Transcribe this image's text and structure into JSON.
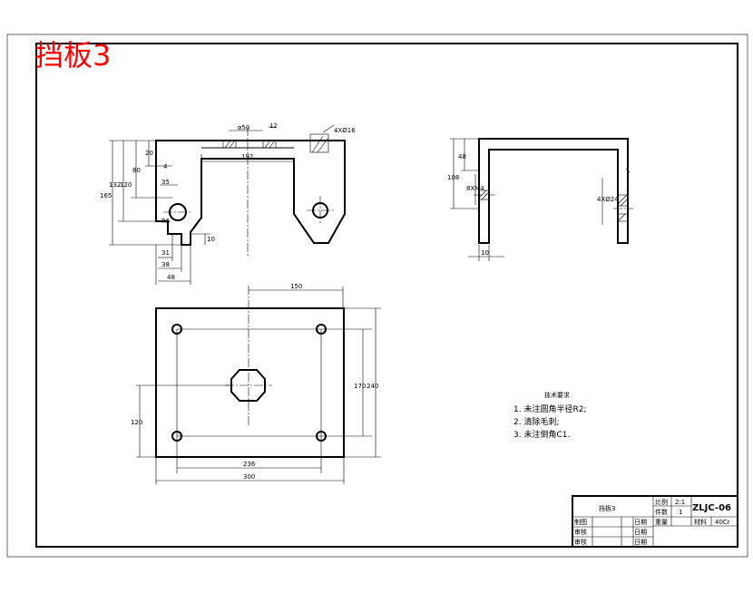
{
  "drawing_title": "挡板3",
  "dimensions": {
    "front_view": {
      "hole_dia": "ø50",
      "slot_width": "12",
      "holes_spec": "4XØ16",
      "height_20": "20",
      "height_80": "80",
      "height_120": "120",
      "height_132": "132",
      "height_165": "165",
      "offset_4": "4",
      "width_192": "192",
      "dist_35": "35",
      "radius_r5": "R5",
      "foot_10": "10",
      "dist_31": "31",
      "dist_38": "38",
      "dist_48": "48"
    },
    "side_view": {
      "height_48": "48",
      "height_108": "108",
      "thread_a": "8XM4",
      "thread_b": "4XØ24",
      "thick_10": "10"
    },
    "plan_view": {
      "width_150": "150",
      "height_170": "170",
      "height_240": "240",
      "height_120": "120",
      "width_236": "236",
      "width_300": "300"
    }
  },
  "tech_notes": {
    "heading": "技术要求",
    "items": [
      "1. 未注圆角半径R2;",
      "2. 清除毛刺;",
      "3. 未注倒角C1."
    ]
  },
  "title_block": {
    "part_name": "挡板3",
    "scale_label": "比例",
    "scale_value": "2:1",
    "count_label": "件数",
    "count_value": "1",
    "weight_label": "重量",
    "drawing_no": "ZLJC-06",
    "material_label": "材料",
    "material_value": "40Cr",
    "draw_label": "制图",
    "check_label": "审核",
    "approve_label": "审核",
    "date_label": "日期"
  }
}
